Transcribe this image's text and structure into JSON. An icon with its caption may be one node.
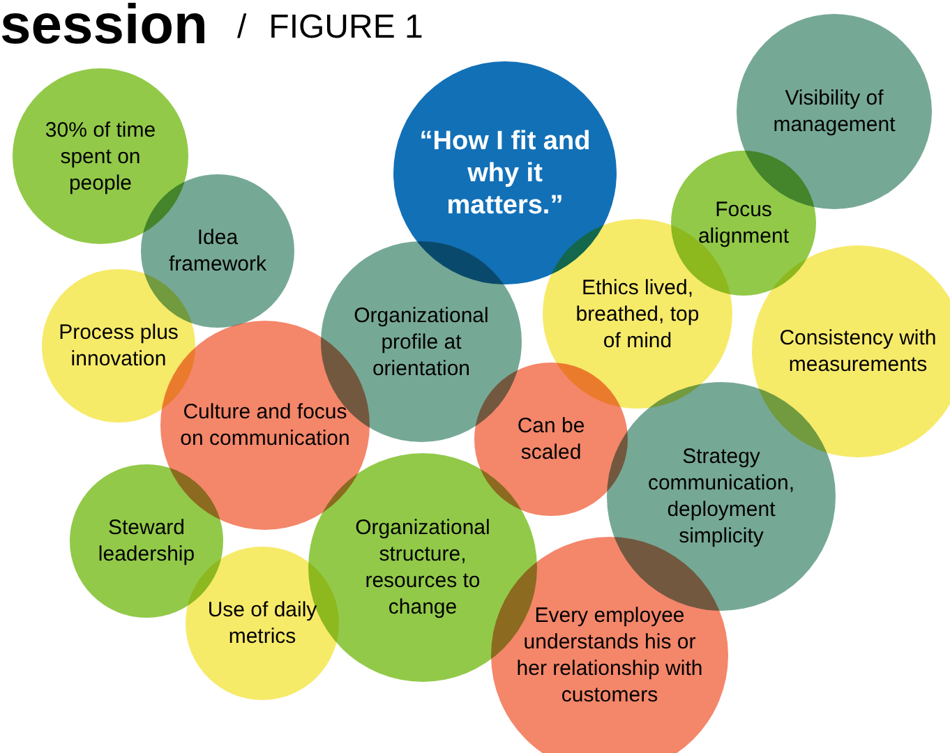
{
  "diagram": {
    "title": "session",
    "nodes": [
      {
        "text": [
          "30% of time spent on people"
        ]
      },
      {
        "text": [
          "Idea framework"
        ]
      },
      {
        "text": [
          "“How I fit and why it matters.”"
        ]
      },
      {
        "text": [
          "Visibility of management"
        ]
      },
      {
        "text": [
          "Focus alignment"
        ]
      },
      {
        "text": [
          "Process plus innovation"
        ]
      },
      {
        "text": [
          "Organizational profile at orientation"
        ]
      },
      {
        "text": [
          "Ethics lived, breathed, top of mind"
        ]
      },
      {
        "text": [
          "Consistency with measurements"
        ]
      },
      {
        "text": [
          "Culture and focus on communication"
        ]
      },
      {
        "text": [
          "Can be scaled"
        ]
      },
      {
        "text": [
          "Strategy communication, deployment simplicity"
        ]
      },
      {
        "text": [
          "Steward leadership"
        ]
      },
      {
        "text": [
          "Use of daily metrics"
        ]
      },
      {
        "text": [
          "Organizational structure, resources to change"
        ]
      },
      {
        "text": [
          "Every employee understands his or her relationship with customers"
        ]
      }
    ],
    "labels": [
      "/",
      "FIGURE 1"
    ]
  }
}
